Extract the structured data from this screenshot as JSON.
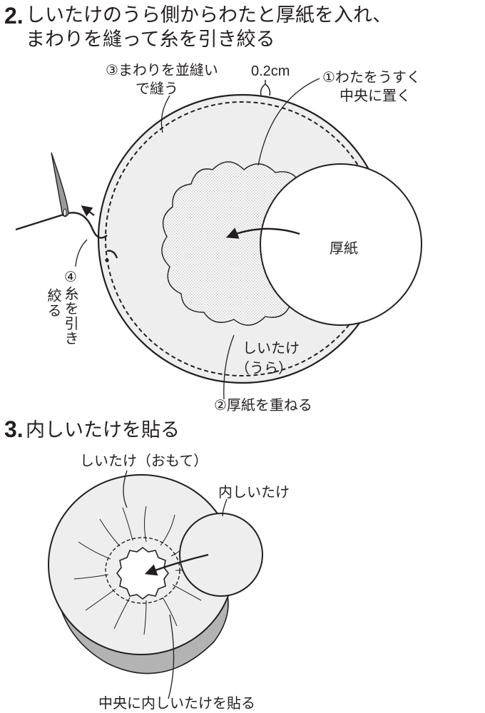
{
  "step2": {
    "number": "2.",
    "title_line1": "しいたけのうら側からわたと厚紙を入れ、",
    "title_line2": "まわりを縫って糸を引き絞る",
    "label_sew_line1": "③まわりを並縫い",
    "label_sew_line2": "で縫う",
    "label_margin": "0.2cm",
    "label_cotton_line1": "①わたをうすく",
    "label_cotton_line2": "中央に置く",
    "label_cardboard": "厚紙",
    "label_pull_col1": "④糸を引き",
    "label_pull_col2": "絞る",
    "label_shiitake_line1": "しいたけ",
    "label_shiitake_line2": "（うら）",
    "label_stack": "②厚紙を重ねる"
  },
  "step3": {
    "number": "3.",
    "title": "内しいたけを貼る",
    "label_front": "しいたけ（おもて）",
    "label_inner": "内しいたけ",
    "label_center": "中央に内しいたけを貼る"
  },
  "colors": {
    "ink": "#231f20",
    "fabric_light": "#eeeeee",
    "cotton_dots": "#a9a9a9",
    "shadow_gray": "#b3b3b3",
    "paper_white": "#ffffff"
  }
}
